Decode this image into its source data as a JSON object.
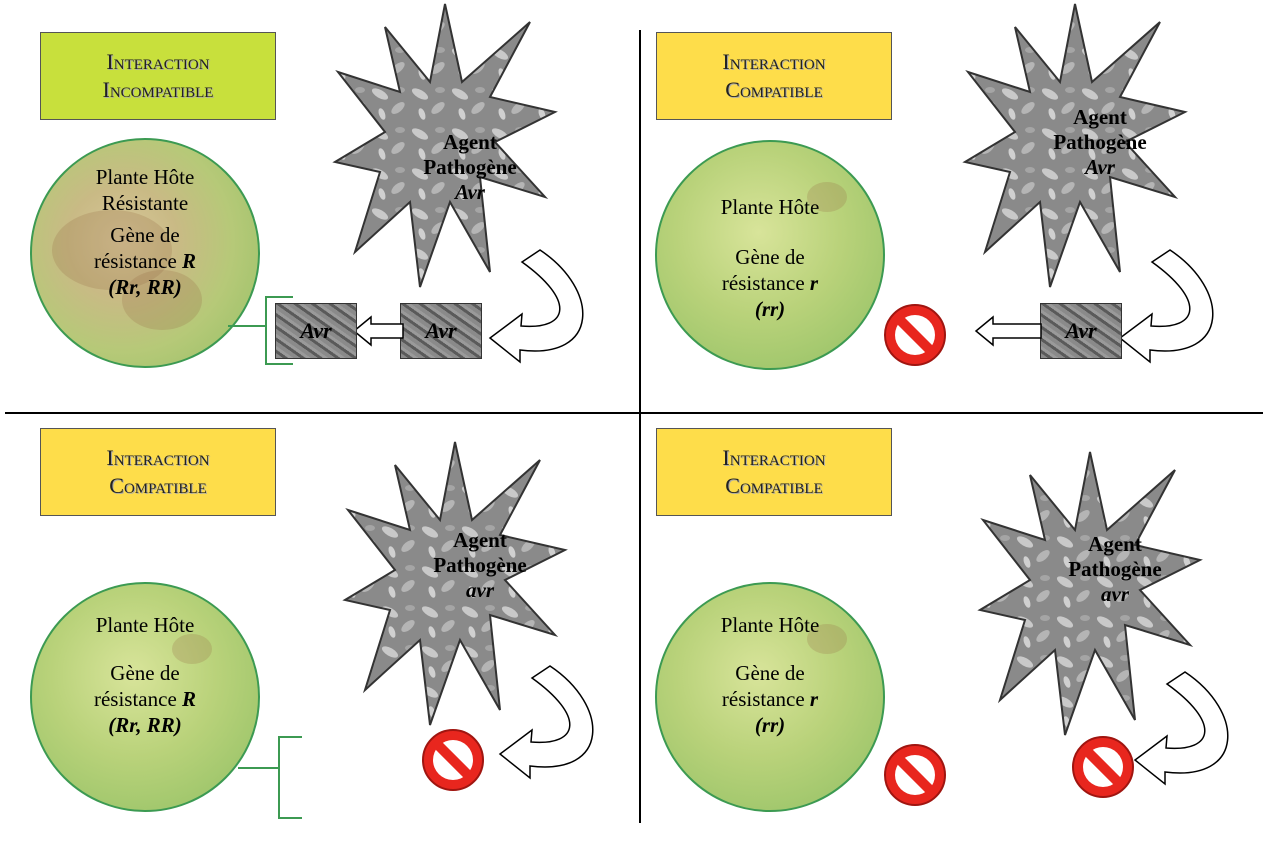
{
  "panels": {
    "top_left": {
      "title_line1": "Interaction",
      "title_line2": "Incompatible",
      "plant_lines": [
        "Plante Hôte",
        "Résistante",
        "Gène de"
      ],
      "plant_gene_prefix": "résistance ",
      "plant_gene": "R",
      "plant_genotype": "(Rr, RR)",
      "pathogen_line1": "Agent",
      "pathogen_line2": "Pathogène",
      "pathogen_gene": "Avr",
      "box_left": "Avr",
      "box_right": "Avr"
    },
    "top_right": {
      "title_line1": "Interaction",
      "title_line2": "Compatible",
      "plant_line1": "Plante Hôte",
      "plant_line2": "Gène de",
      "plant_gene_prefix": "résistance ",
      "plant_gene": "r",
      "plant_genotype": "(rr)",
      "pathogen_line1": "Agent",
      "pathogen_line2": "Pathogène",
      "pathogen_gene": "Avr",
      "box": "Avr"
    },
    "bottom_left": {
      "title_line1": "Interaction",
      "title_line2": "Compatible",
      "plant_line1": "Plante Hôte",
      "plant_line2": "Gène de",
      "plant_gene_prefix": "résistance ",
      "plant_gene": "R",
      "plant_genotype": "(Rr, RR)",
      "pathogen_line1": "Agent",
      "pathogen_line2": "Pathogène",
      "pathogen_gene": "avr"
    },
    "bottom_right": {
      "title_line1": "Interaction",
      "title_line2": "Compatible",
      "plant_line1": "Plante Hôte",
      "plant_line2": "Gène de",
      "plant_gene_prefix": "résistance ",
      "plant_gene": "r",
      "plant_genotype": "(rr)",
      "pathogen_line1": "Agent",
      "pathogen_line2": "Pathogène",
      "pathogen_gene": "avr"
    }
  },
  "colors": {
    "incompatible_title_bg": "#c8e03c",
    "compatible_title_bg": "#fedd4a",
    "plant_outline": "#3c9a52",
    "pathogen_fill": "#8c8c8c",
    "no_symbol": "#e8261e"
  },
  "icons": [
    "pathogen-starburst",
    "no-entry-icon",
    "curved-arrow-icon",
    "block-arrow-icon"
  ]
}
